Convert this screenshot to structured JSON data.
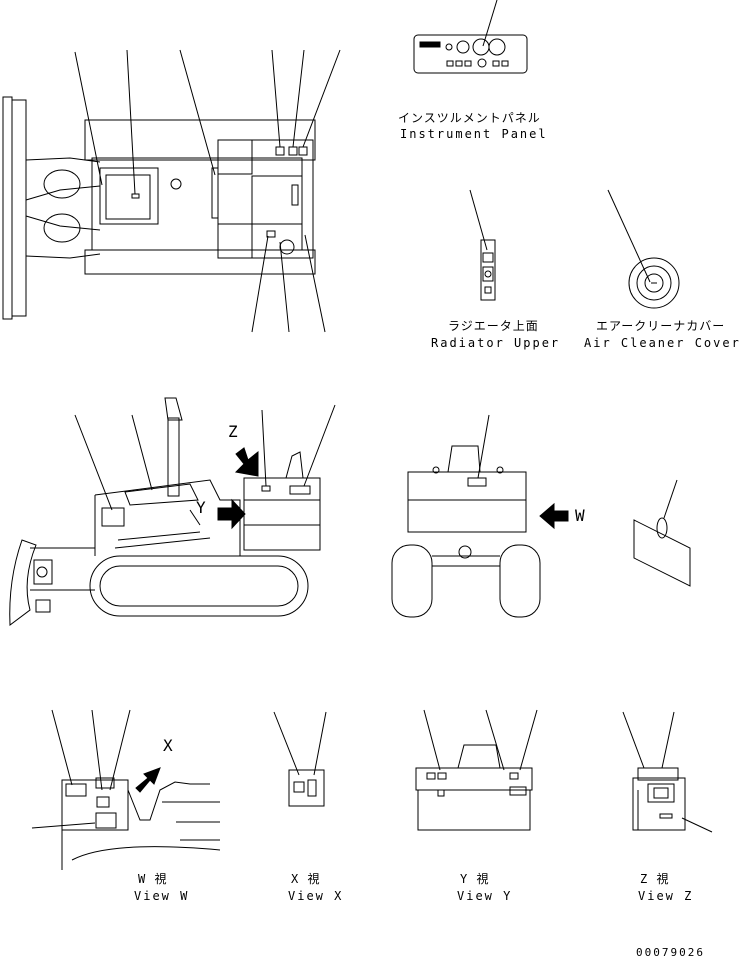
{
  "captions": {
    "instrument_panel_jp": "インスツルメントパネル",
    "instrument_panel_en": "Instrument Panel",
    "radiator_jp": "ラジエータ上面",
    "radiator_en": "Radiator Upper",
    "air_cleaner_jp": "エアークリーナカバー",
    "air_cleaner_en": "Air Cleaner Cover",
    "view_w_jp": "W 視",
    "view_w_en": "View W",
    "view_x_jp": "X 視",
    "view_x_en": "View X",
    "view_y_jp": "Y 視",
    "view_y_en": "View Y",
    "view_z_jp": "Z 視",
    "view_z_en": "View Z"
  },
  "view_labels": {
    "z": "Z",
    "y": "Y",
    "w": "W",
    "x": "X"
  },
  "drawing_number": "00079026"
}
